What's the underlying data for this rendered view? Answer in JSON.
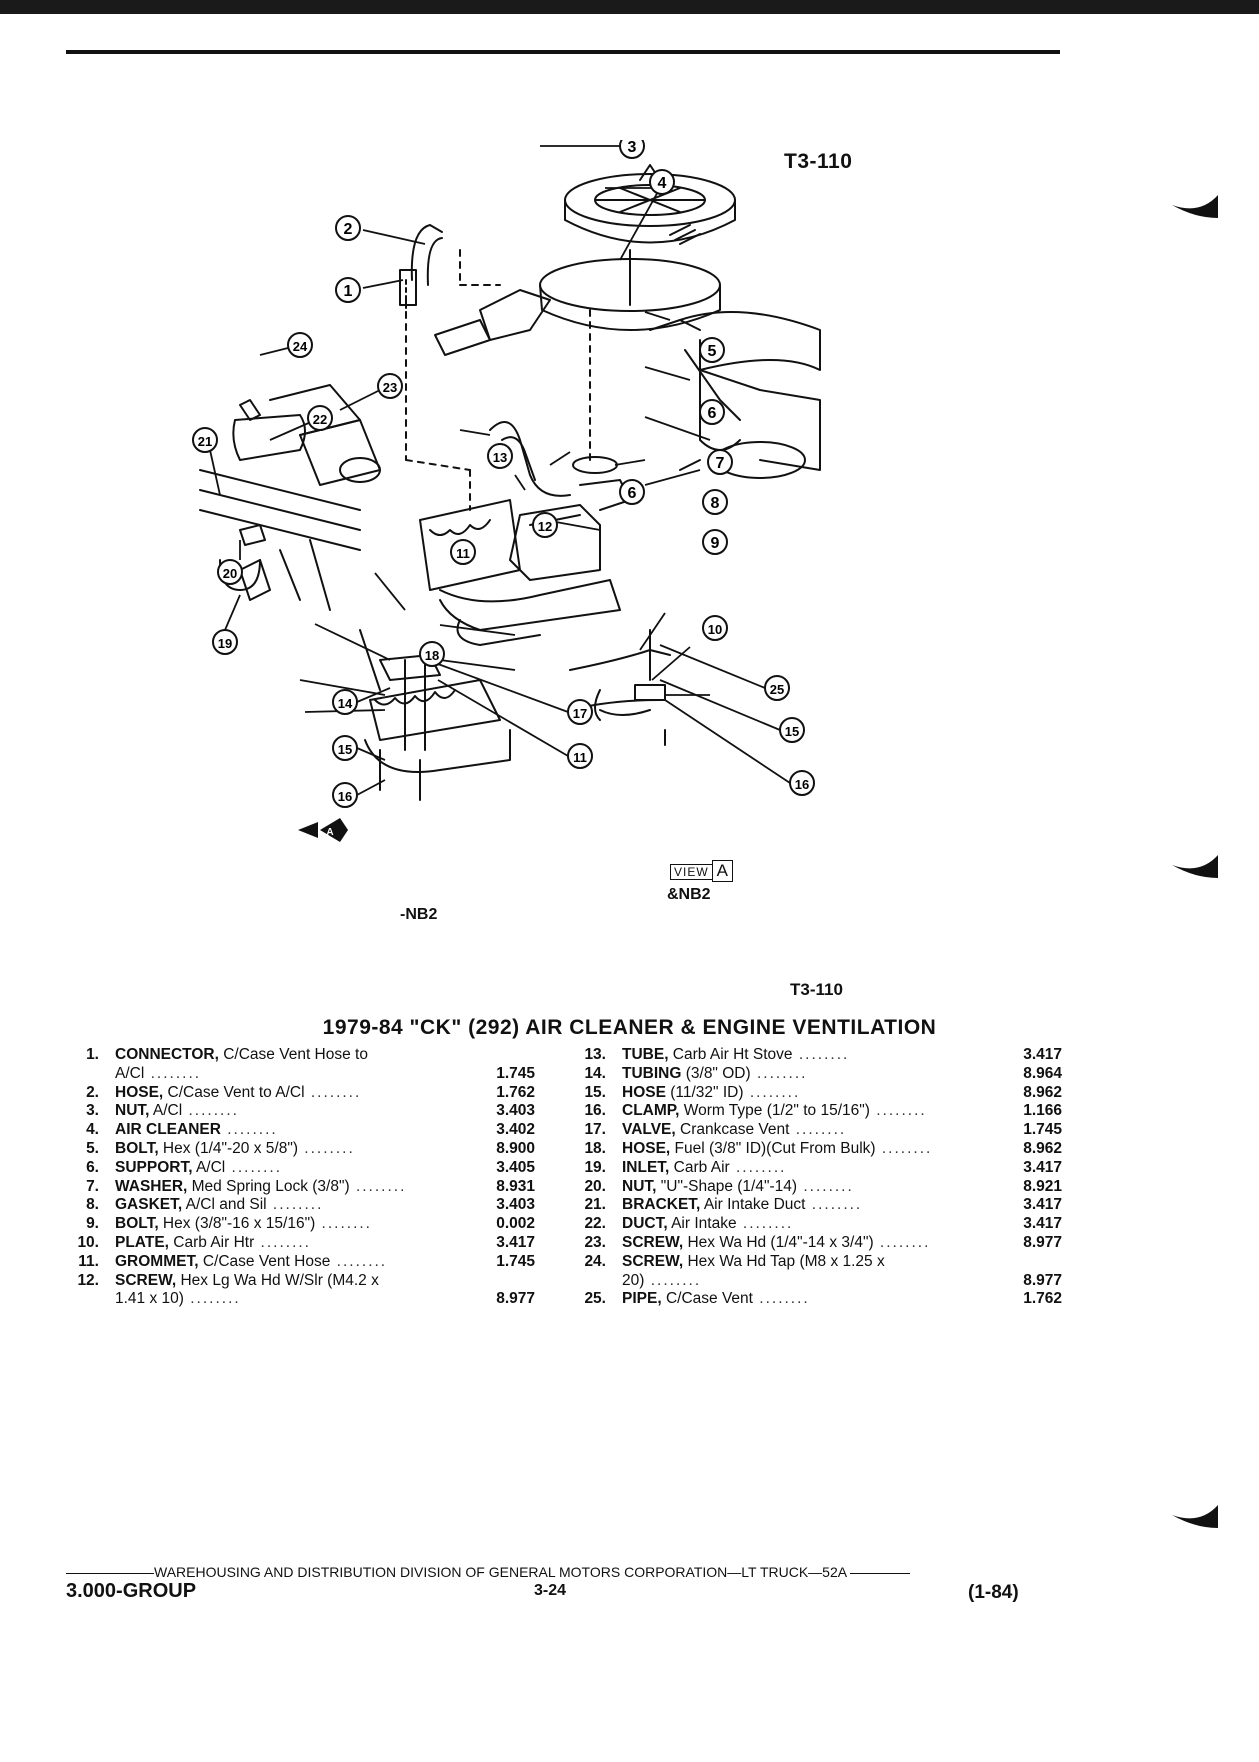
{
  "header": {
    "figure_code": "T3-110"
  },
  "diagram": {
    "callouts": [
      "1",
      "2",
      "3",
      "4",
      "5",
      "6",
      "7",
      "8",
      "9",
      "10",
      "11",
      "12",
      "13",
      "14",
      "15",
      "16",
      "17",
      "18",
      "19",
      "20",
      "21",
      "22",
      "23",
      "24",
      "25"
    ],
    "label_nb2": "-NB2",
    "view_word": "VIEW",
    "view_letter": "A",
    "label_nb2_view": "&NB2",
    "arrow_letter": "A"
  },
  "figure_code_lower": "T3-110",
  "title": "1979-84 \"CK\" (292) AIR CLEANER & ENGINE VENTILATION",
  "parts_left": [
    {
      "num": "1.",
      "name": "CONNECTOR,",
      "desc": " C/Case Vent Hose to",
      "cont": "A/Cl",
      "code": "1.745"
    },
    {
      "num": "2.",
      "name": "HOSE,",
      "desc": " C/Case Vent to A/Cl",
      "code": "1.762"
    },
    {
      "num": "3.",
      "name": "NUT,",
      "desc": " A/Cl",
      "code": "3.403"
    },
    {
      "num": "4.",
      "name": "AIR CLEANER",
      "desc": "",
      "code": "3.402"
    },
    {
      "num": "5.",
      "name": "BOLT,",
      "desc": " Hex (1/4\"-20 x 5/8\")",
      "code": "8.900"
    },
    {
      "num": "6.",
      "name": "SUPPORT,",
      "desc": " A/Cl",
      "code": "3.405"
    },
    {
      "num": "7.",
      "name": "WASHER,",
      "desc": " Med Spring Lock (3/8\")",
      "code": "8.931"
    },
    {
      "num": "8.",
      "name": "GASKET,",
      "desc": " A/Cl and Sil",
      "code": "3.403"
    },
    {
      "num": "9.",
      "name": "BOLT,",
      "desc": " Hex (3/8\"-16 x 15/16\")",
      "code": "0.002"
    },
    {
      "num": "10.",
      "name": "PLATE,",
      "desc": " Carb Air Htr",
      "code": "3.417"
    },
    {
      "num": "11.",
      "name": "GROMMET,",
      "desc": " C/Case Vent Hose",
      "code": "1.745"
    },
    {
      "num": "12.",
      "name": "SCREW,",
      "desc": " Hex Lg Wa Hd W/Slr (M4.2 x",
      "cont": "1.41 x 10)",
      "code": "8.977"
    }
  ],
  "parts_right": [
    {
      "num": "13.",
      "name": "TUBE,",
      "desc": " Carb Air Ht Stove",
      "code": "3.417"
    },
    {
      "num": "14.",
      "name": "TUBING",
      "desc": " (3/8\" OD)",
      "code": "8.964"
    },
    {
      "num": "15.",
      "name": "HOSE",
      "desc": " (11/32\" ID)",
      "code": "8.962"
    },
    {
      "num": "16.",
      "name": "CLAMP,",
      "desc": " Worm Type (1/2\" to 15/16\")",
      "code": "1.166"
    },
    {
      "num": "17.",
      "name": "VALVE,",
      "desc": " Crankcase Vent",
      "code": "1.745"
    },
    {
      "num": "18.",
      "name": "HOSE,",
      "desc": " Fuel (3/8\" ID)(Cut From Bulk)",
      "code": "8.962"
    },
    {
      "num": "19.",
      "name": "INLET,",
      "desc": " Carb Air",
      "code": "3.417"
    },
    {
      "num": "20.",
      "name": "NUT,",
      "desc": " \"U\"-Shape (1/4\"-14)",
      "code": "8.921"
    },
    {
      "num": "21.",
      "name": "BRACKET,",
      "desc": " Air Intake Duct",
      "code": "3.417"
    },
    {
      "num": "22.",
      "name": "DUCT,",
      "desc": " Air Intake",
      "code": "3.417"
    },
    {
      "num": "23.",
      "name": "SCREW,",
      "desc": " Hex Wa Hd (1/4\"-14 x 3/4\")",
      "code": "8.977"
    },
    {
      "num": "24.",
      "name": "SCREW,",
      "desc": " Hex Wa Hd Tap (M8 x 1.25 x",
      "cont": "20)",
      "code": "8.977"
    },
    {
      "num": "25.",
      "name": "PIPE,",
      "desc": " C/Case Vent",
      "code": "1.762"
    }
  ],
  "footer": {
    "division": "WAREHOUSING AND DISTRIBUTION DIVISION OF GENERAL MOTORS CORPORATION—LT TRUCK—52A",
    "group": "3.000-GROUP",
    "page": "3-24",
    "date": "(1-84)"
  }
}
